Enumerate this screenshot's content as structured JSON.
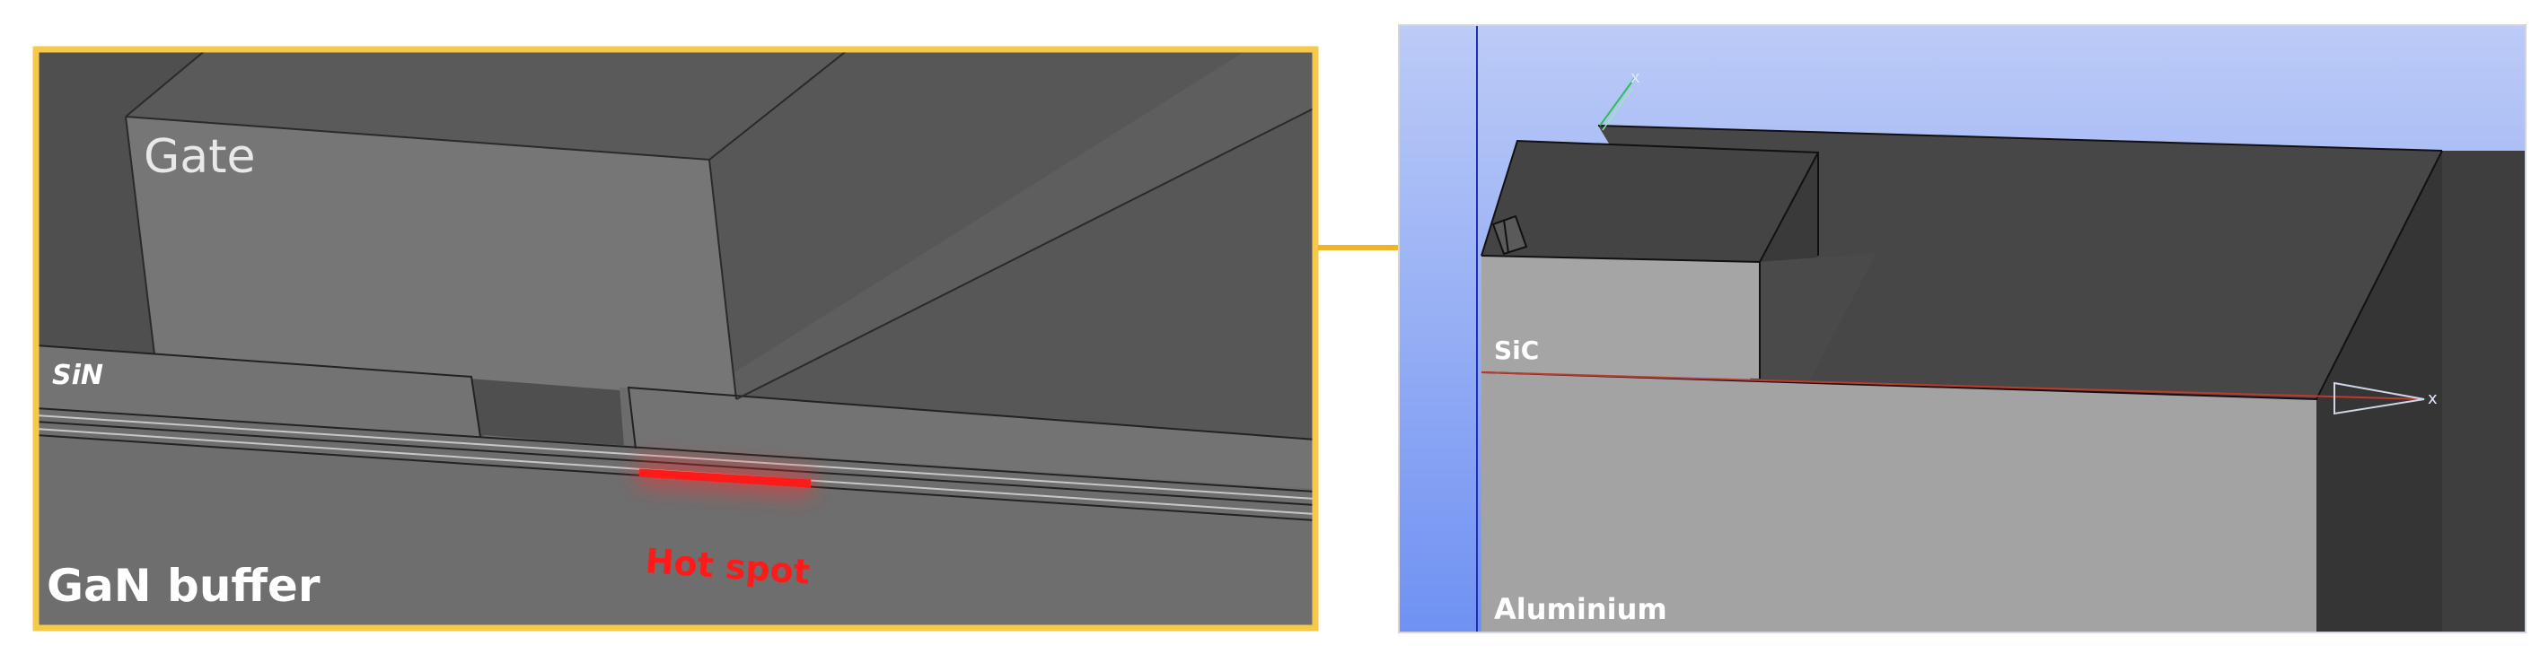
{
  "left_panel": {
    "labels": {
      "gate": "Gate",
      "sin": "SiN",
      "gan_buffer": "GaN buffer",
      "hot_spot": "Hot spot"
    },
    "colors": {
      "frame": "#f7c94a",
      "hot_spot": "#ff1a1a"
    }
  },
  "right_panel": {
    "labels": {
      "sic": "SiC",
      "aluminium": "Aluminium",
      "axis_x": "x",
      "axis_y": "x"
    },
    "colors": {
      "background_top": "#bccbf7",
      "background_bottom": "#6f91f2",
      "axis_x": "#c0392b",
      "axis_y": "#2bbf5a"
    }
  },
  "connector": {
    "color": "#f0b428"
  }
}
